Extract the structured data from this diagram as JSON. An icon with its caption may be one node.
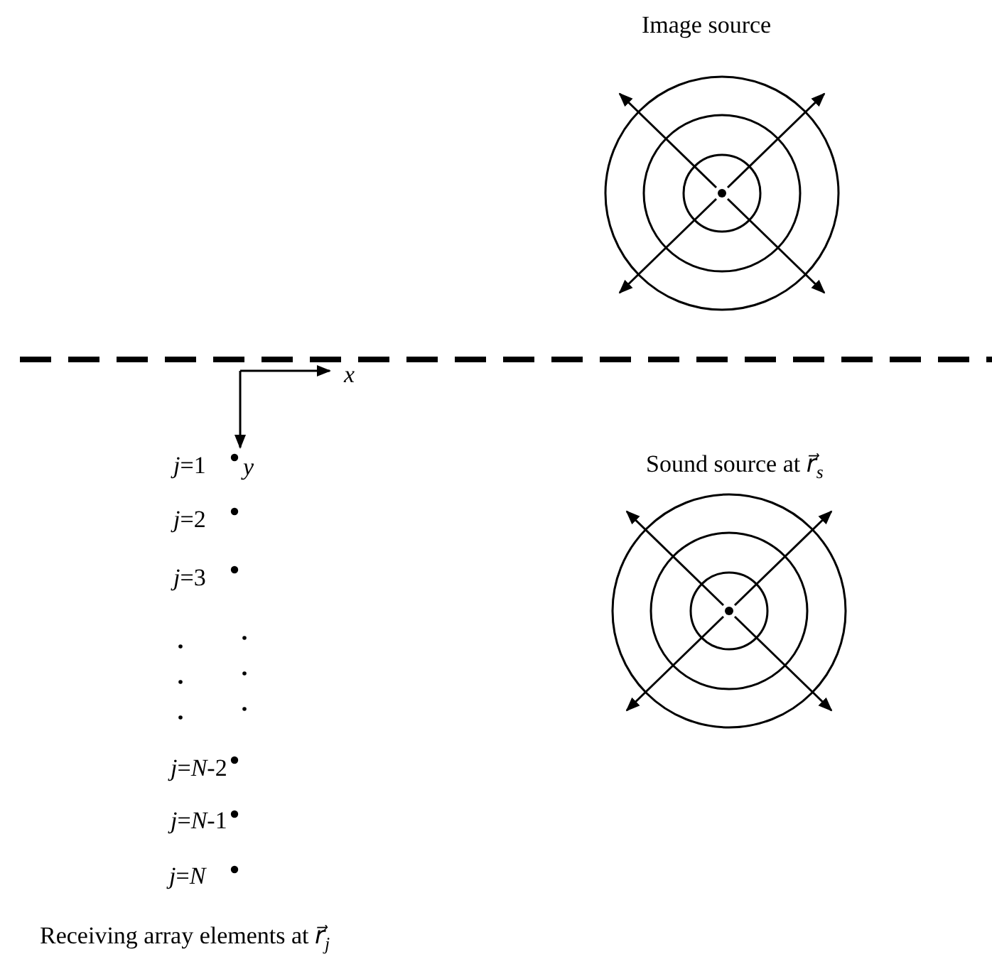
{
  "diagram": {
    "labels": [
      "Image source",
      "x",
      "*j*=1",
      "y",
      "Sound source at *r⃗*$_{s}$",
      "*j*=2",
      "*j*=3",
      "*j*=*N*-2",
      "*j*=*N*-1",
      "*j*=*N*",
      "Receiving array elements at *r⃗*$_{j}$"
    ]
  }
}
